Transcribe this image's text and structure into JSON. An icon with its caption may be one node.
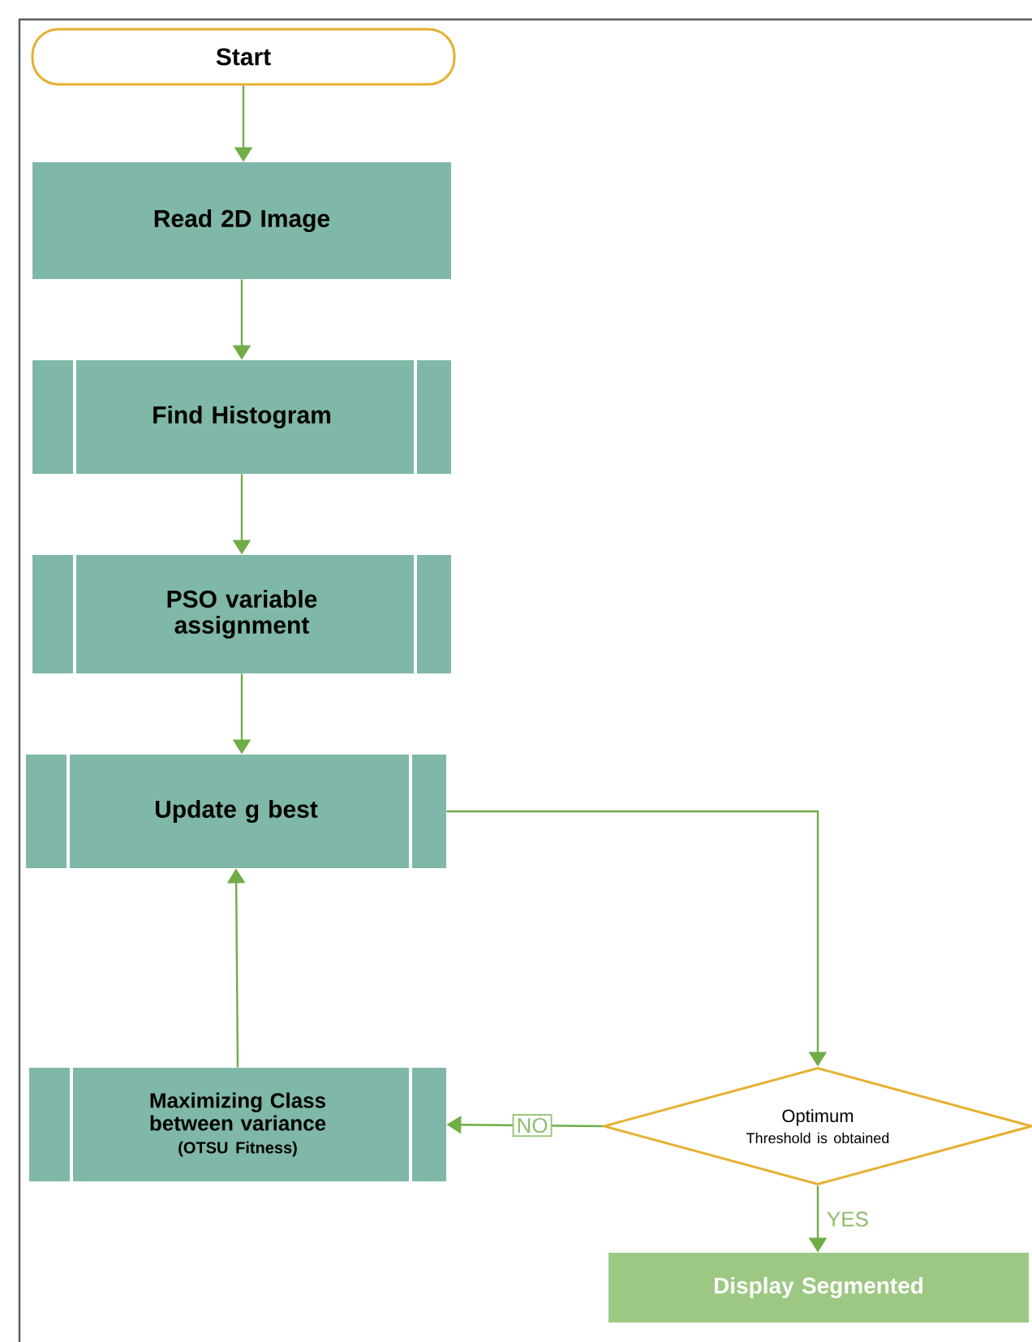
{
  "diagram": {
    "nodes": [
      {
        "text": [
          "Start"
        ]
      },
      {
        "text": [
          "Read 2D Image"
        ]
      },
      {
        "text": [
          "Find Histogram"
        ]
      },
      {
        "text": [
          "PSO variable assignment"
        ]
      },
      {
        "text": [
          "Update g best"
        ]
      },
      {
        "text": [
          "Maximizing Class between variance",
          "(OTSU Fitness)"
        ]
      },
      {
        "text": [
          "Optimum",
          "Threshold is obtained"
        ]
      },
      {
        "text": [
          "Display Segmented"
        ]
      }
    ],
    "edges": [
      {
        "from": 0,
        "to": 1,
        "arrow": "to"
      },
      {
        "from": 1,
        "to": 2,
        "arrow": "to"
      },
      {
        "from": 2,
        "to": 3,
        "arrow": "to"
      },
      {
        "from": 3,
        "to": 4,
        "arrow": "to"
      },
      {
        "from": 4,
        "to": 6,
        "arrow": "to"
      },
      {
        "from": 6,
        "to": 5,
        "arrow": "to",
        "label": "NO"
      },
      {
        "from": 6,
        "to": 7,
        "arrow": "to",
        "label": "YES"
      },
      {
        "from": 5,
        "to": 4,
        "arrow": "to"
      }
    ]
  }
}
